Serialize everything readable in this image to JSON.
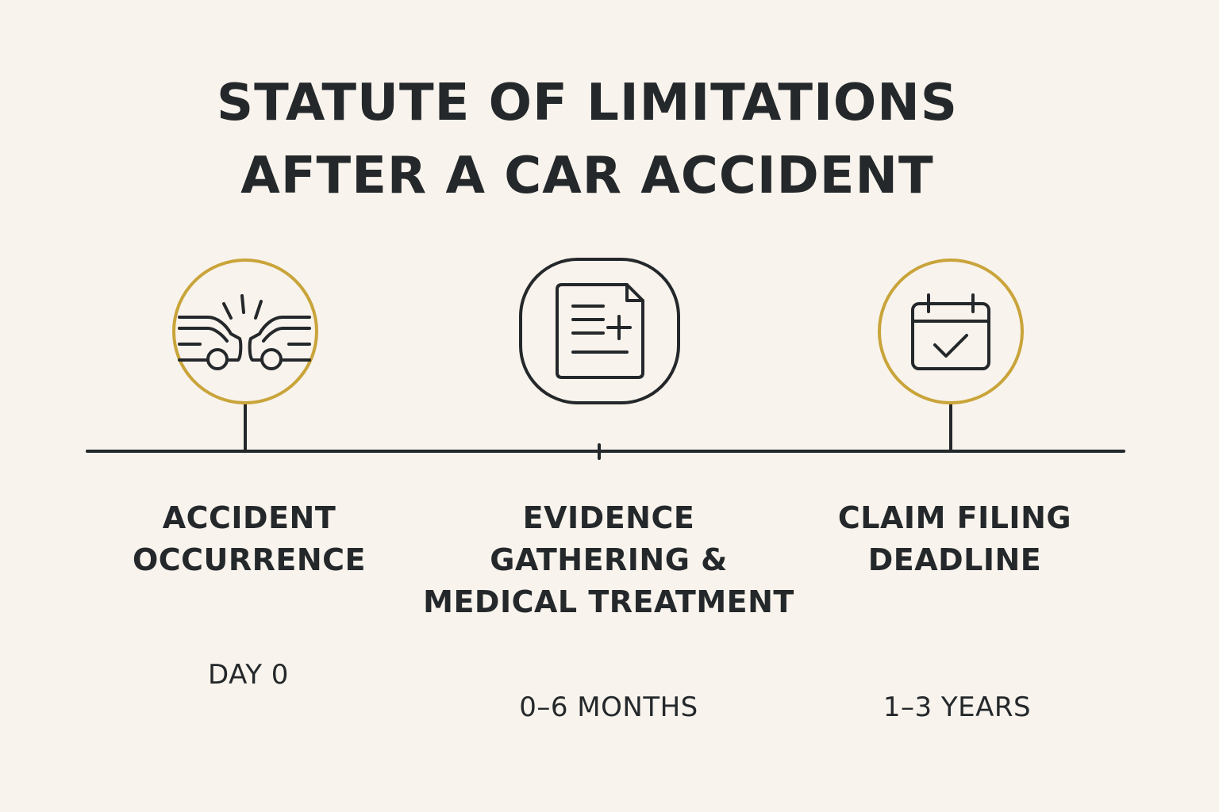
{
  "title": {
    "line1": "STATUTE OF LIMITATIONS",
    "line2": "AFTER A CAR ACCIDENT"
  },
  "colors": {
    "background": "#f8f3ec",
    "ink": "#24282b",
    "accent_gold": "#c9a43a"
  },
  "steps": [
    {
      "icon": "car-crash-icon",
      "label_lines": [
        "ACCIDENT",
        "OCCURRENCE"
      ],
      "time": "DAY 0"
    },
    {
      "icon": "document-plus-icon",
      "label_lines": [
        "EVIDENCE",
        "GATHERING &",
        "MEDICAL TREATMENT"
      ],
      "time": "0–6 MONTHS"
    },
    {
      "icon": "calendar-check-icon",
      "label_lines": [
        "CLAIM FILING",
        "DEADLINE"
      ],
      "time": "1–3 YEARS"
    }
  ]
}
